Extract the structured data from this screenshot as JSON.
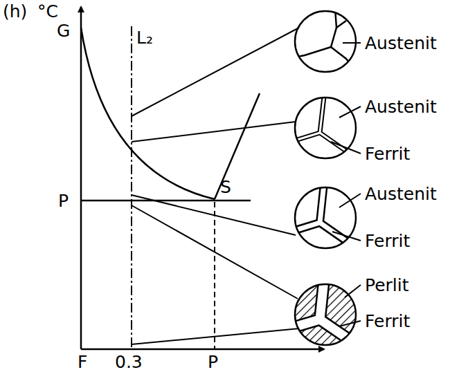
{
  "diagram": {
    "labels": [
      "(h)",
      "°C",
      "G",
      "L₂",
      "P",
      "S",
      "F",
      "0.3",
      "P",
      "Austenit",
      "Austenit",
      "Ferrit",
      "Austenit",
      "Ferrit",
      "Perlit",
      "Ferrit"
    ]
  }
}
